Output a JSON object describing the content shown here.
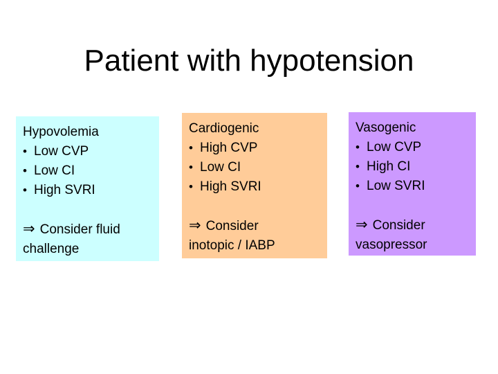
{
  "slide": {
    "title": "Patient with hypotension",
    "background": "#FFFFFF",
    "text_color": "#000000",
    "bullet_char": "•",
    "arrow_char": "⇒",
    "boxes": [
      {
        "heading": "Hypovolemia",
        "bullets": [
          "Low CVP",
          "Low CI",
          "High SVRI"
        ],
        "action_lines": [
          "Consider fluid",
          "challenge"
        ],
        "bg": "#CCFFFF"
      },
      {
        "heading": "Cardiogenic",
        "bullets": [
          "High CVP",
          "Low CI",
          "High SVRI"
        ],
        "action_lines": [
          "Consider",
          "inotopic / IABP"
        ],
        "bg": "#FFCC99"
      },
      {
        "heading": "Vasogenic",
        "bullets": [
          "Low CVP",
          "High CI",
          "Low SVRI"
        ],
        "action_lines": [
          "Consider",
          "vasopressor"
        ],
        "bg": "#CC99FF"
      }
    ]
  }
}
